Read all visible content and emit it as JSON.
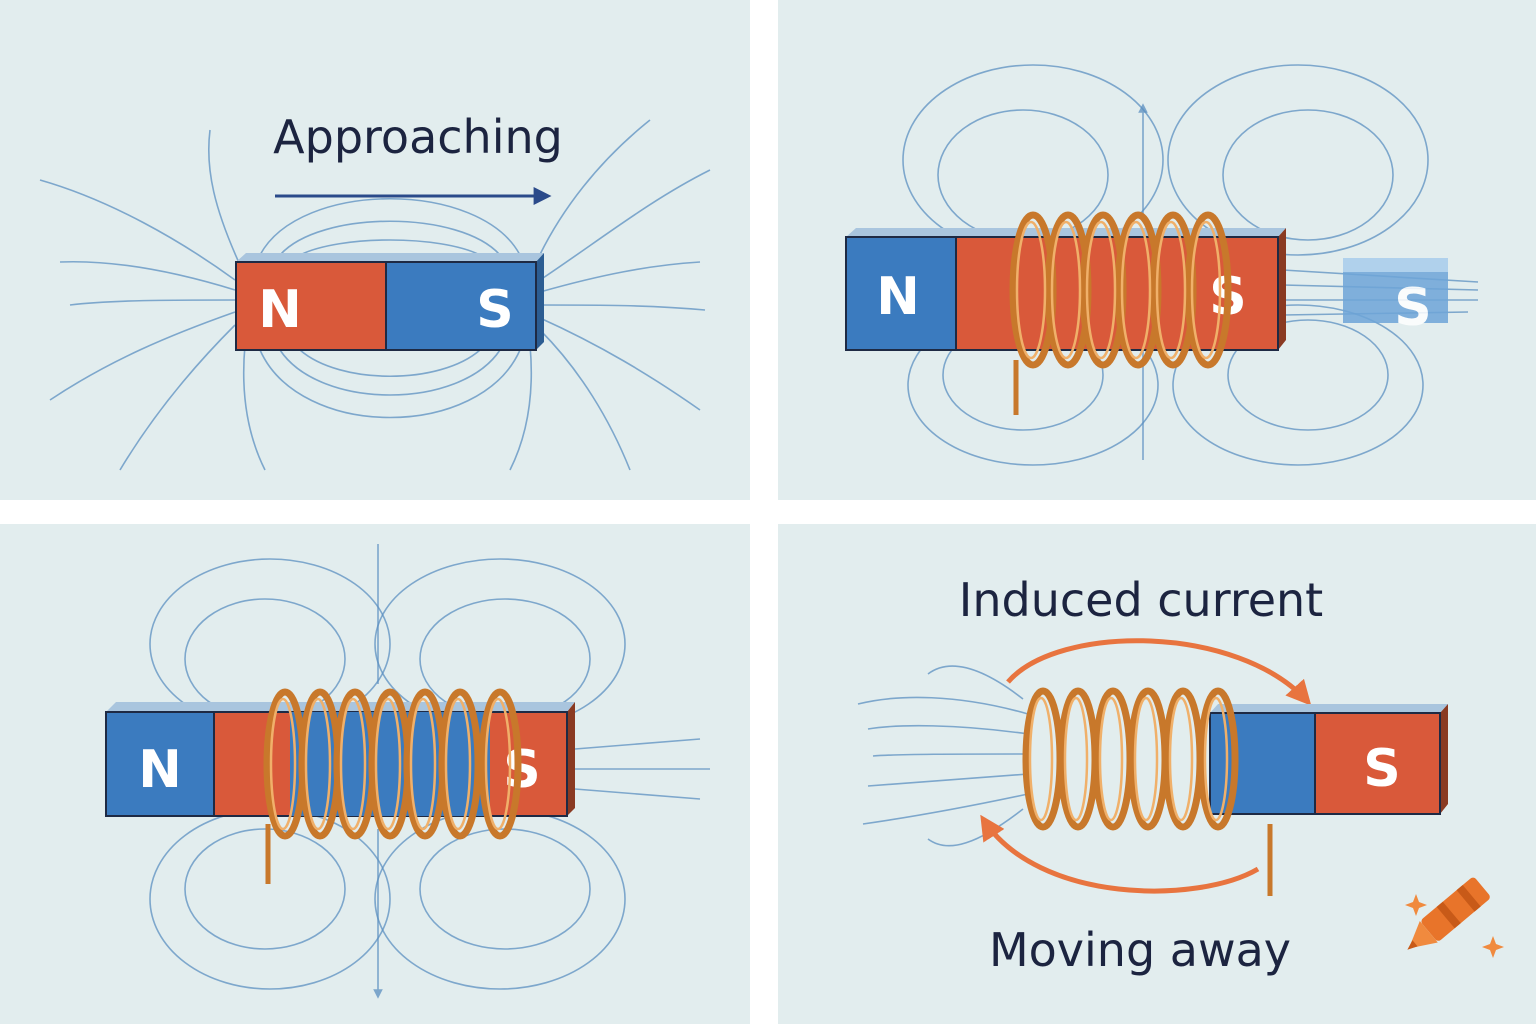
{
  "colors": {
    "background": "#e2edee",
    "north_red": "#d9593a",
    "south_blue": "#3b7bbf",
    "field_line": "#5b8fc0",
    "copper": "#c8782b",
    "arrow_orange": "#e8743f",
    "arrow_navy": "#2a4a8a",
    "text": "#1c2440"
  },
  "panels": [
    {
      "caption": "Approaching",
      "magnet": {
        "north_label": "N",
        "south_label": "S"
      }
    },
    {
      "magnet": {
        "north_label": "N",
        "south_label": "S"
      },
      "small_magnet_label": "S"
    },
    {
      "magnet": {
        "north_label": "N",
        "south_label": "S"
      }
    },
    {
      "caption_top": "Induced current",
      "caption_bottom": "Moving away",
      "magnet": {
        "south_label": "S"
      },
      "logo_icon": "crayon-icon"
    }
  ]
}
